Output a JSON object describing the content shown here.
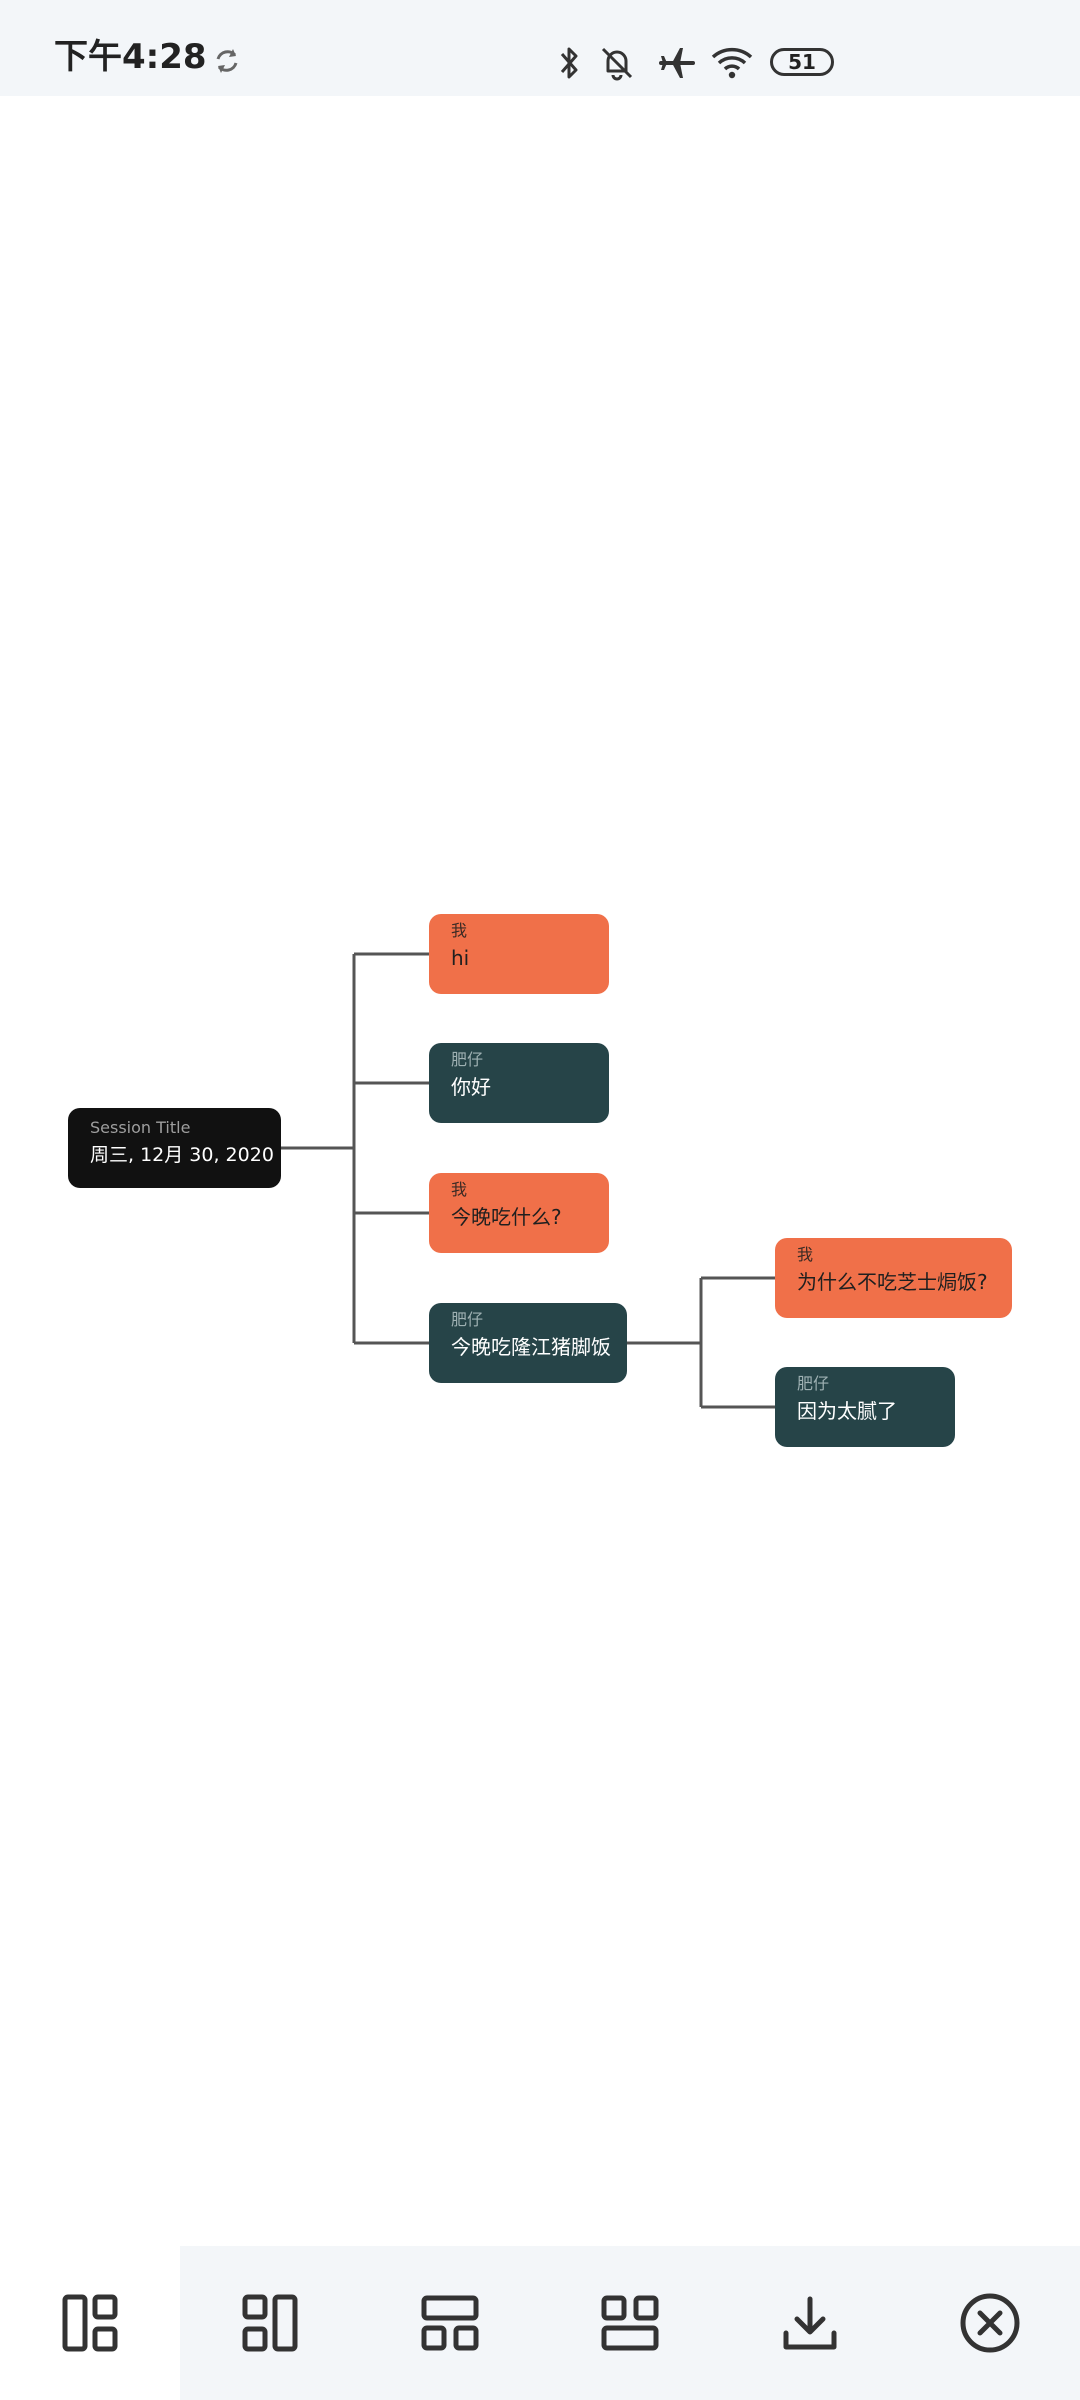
{
  "status_bar": {
    "time": "下午4:28",
    "battery": "51",
    "icons": [
      "sync-icon",
      "bluetooth-icon",
      "alarm-off-icon",
      "airplane-icon",
      "wifi-icon",
      "battery-icon"
    ]
  },
  "mindmap": {
    "root": {
      "title": "Session Title",
      "text": "周三, 12月 30, 2020"
    },
    "nodes": [
      {
        "author": "我",
        "text": "hi",
        "role": "me"
      },
      {
        "author": "肥仔",
        "text": "你好",
        "role": "other"
      },
      {
        "author": "我",
        "text": "今晚吃什么?",
        "role": "me"
      },
      {
        "author": "肥仔",
        "text": "今晚吃隆江猪脚饭",
        "role": "other",
        "children": [
          {
            "author": "我",
            "text": "为什么不吃芝士焗饭?",
            "role": "me"
          },
          {
            "author": "肥仔",
            "text": "因为太腻了",
            "role": "other"
          }
        ]
      }
    ],
    "colors": {
      "me": "#f07049",
      "other": "#264448",
      "root": "#111111",
      "connector": "#555555"
    }
  },
  "toolbar": {
    "items": [
      {
        "name": "layout-right-icon",
        "active": true
      },
      {
        "name": "layout-left-icon",
        "active": false
      },
      {
        "name": "layout-down-icon",
        "active": false
      },
      {
        "name": "layout-up-icon",
        "active": false
      },
      {
        "name": "download-icon",
        "active": false
      },
      {
        "name": "close-circle-icon",
        "active": false
      }
    ]
  }
}
